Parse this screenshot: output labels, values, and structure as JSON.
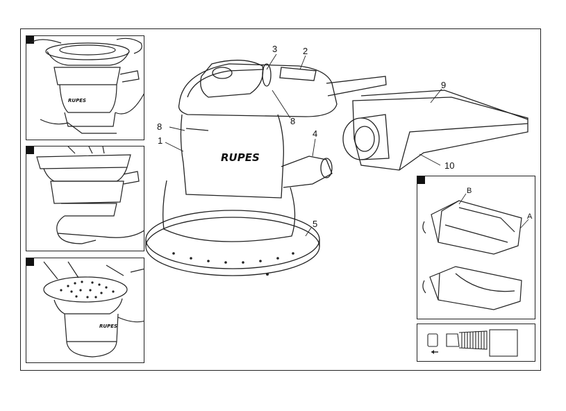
{
  "brand": {
    "main_logo": "RUPES",
    "small_logo": "RUPES"
  },
  "callouts": {
    "c1": "1",
    "c2": "2",
    "c3": "3",
    "c4": "4",
    "c5": "5",
    "c8a": "8",
    "c8b": "8",
    "c9": "9",
    "c10": "10"
  },
  "detail_letters": {
    "a": "A",
    "b": "B"
  },
  "colors": {
    "line": "#222222",
    "fill": "#ffffff",
    "marker": "#111111"
  }
}
